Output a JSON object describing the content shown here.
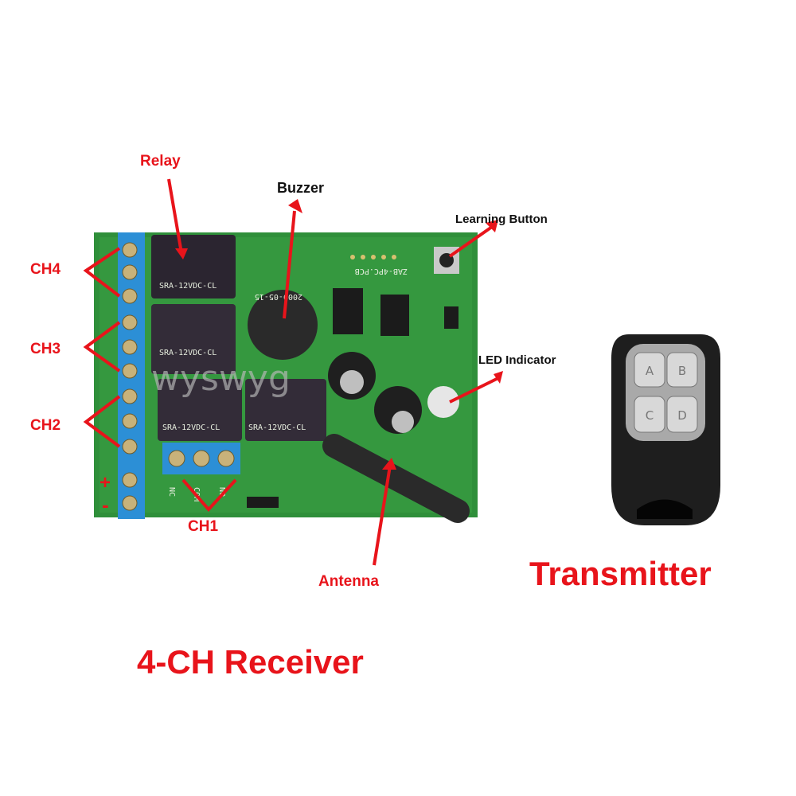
{
  "labels": {
    "relay": "Relay",
    "buzzer": "Buzzer",
    "learning_button": "Learning Button",
    "led_indicator": "LED Indicator",
    "ch4": "CH4",
    "ch3": "CH3",
    "ch2": "CH2",
    "ch1": "CH1",
    "plus": "+",
    "minus": "-",
    "antenna": "Antenna",
    "transmitter": "Transmitter",
    "receiver": "4-CH Receiver"
  },
  "board": {
    "relay_model": "SRA-12VDC-CL",
    "pcb_name": "ZAB-4PC.PCB",
    "date": "2009-05-15",
    "terminal_nc": "NC",
    "terminal_com": "COM",
    "terminal_no": "NO",
    "watermark": "wyswyg"
  },
  "remote": {
    "buttons": [
      "A",
      "B",
      "C",
      "D"
    ]
  },
  "colors": {
    "label_red": "#e8141b",
    "pcb_green": "#2f8f3a",
    "terminal_blue": "#2c8fd6"
  }
}
